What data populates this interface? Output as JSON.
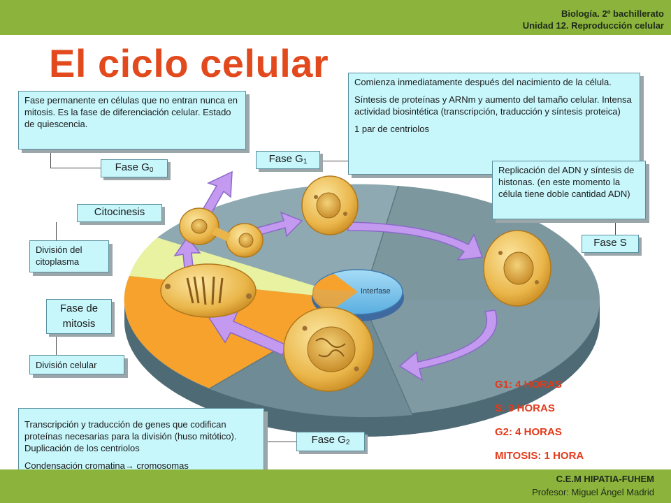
{
  "header": {
    "line1": "Biología. 2º bachillerato",
    "line2": "Unidad 12. Reproducción celular"
  },
  "title": "El ciclo celular",
  "footer": {
    "line1": "C.E.M HIPATIA-FUHEM",
    "line2": "Profesor: Miguel Ángel Madrid"
  },
  "labels": {
    "g0": {
      "text": "Fase G",
      "sub": "0"
    },
    "g1": {
      "text": "Fase G",
      "sub": "1"
    },
    "s": {
      "text": "Fase S"
    },
    "g2": {
      "text": "Fase G",
      "sub": "2"
    },
    "citocinesis": {
      "text": "Citocinesis"
    },
    "mitosis": {
      "line1": "Fase de",
      "line2": "mitosis"
    },
    "interfase": {
      "text": "Interfase"
    }
  },
  "boxes": {
    "g0": "Fase permanente en células que no entran nunca en mitosis. Es la fase de diferenciación celular. Estado de quiescencia.",
    "g1": {
      "p1": "Comienza inmediatamente después del nacimiento de la célula.",
      "p2": "Síntesis de proteínas y ARNm y aumento del tamaño celular. Intensa actividad biosintética (transcripción, traducción y síntesis proteica)",
      "p3": "1 par de centriolos"
    },
    "s": "Replicación del ADN y síntesis de histonas. (en este momento la célula tiene doble cantidad ADN)",
    "citocinesis": "División del citoplasma",
    "mitosis": "División celular",
    "g2": {
      "p1": "Transcripción y traducción de genes que codifican proteínas necesarias para la división (huso mitótico). Duplicación de los centriolos",
      "p2_text": "Condensación cromatina",
      "p2_arrow": "→",
      "p2_end": " cromosomas"
    }
  },
  "durations": {
    "g1": "G1: 4 HORAS",
    "s": "S: 9 HORAS",
    "g2": "G2: 4 HORAS",
    "mitosis": "MITOSIS: 1 HORA"
  },
  "colors": {
    "bar": "#8cb43c",
    "title": "#e24a1e",
    "box": "#c7f6fb",
    "pie_top": "#7f9aa3",
    "pie_side": "#4e6a74",
    "mitosis_orange": "#f6a22c",
    "citocinesis_yellow": "#e8f2a0",
    "arrow_purple": "#c39af0",
    "interfase_blue": "#7ec4ee",
    "duration_red": "#e23a1a"
  }
}
